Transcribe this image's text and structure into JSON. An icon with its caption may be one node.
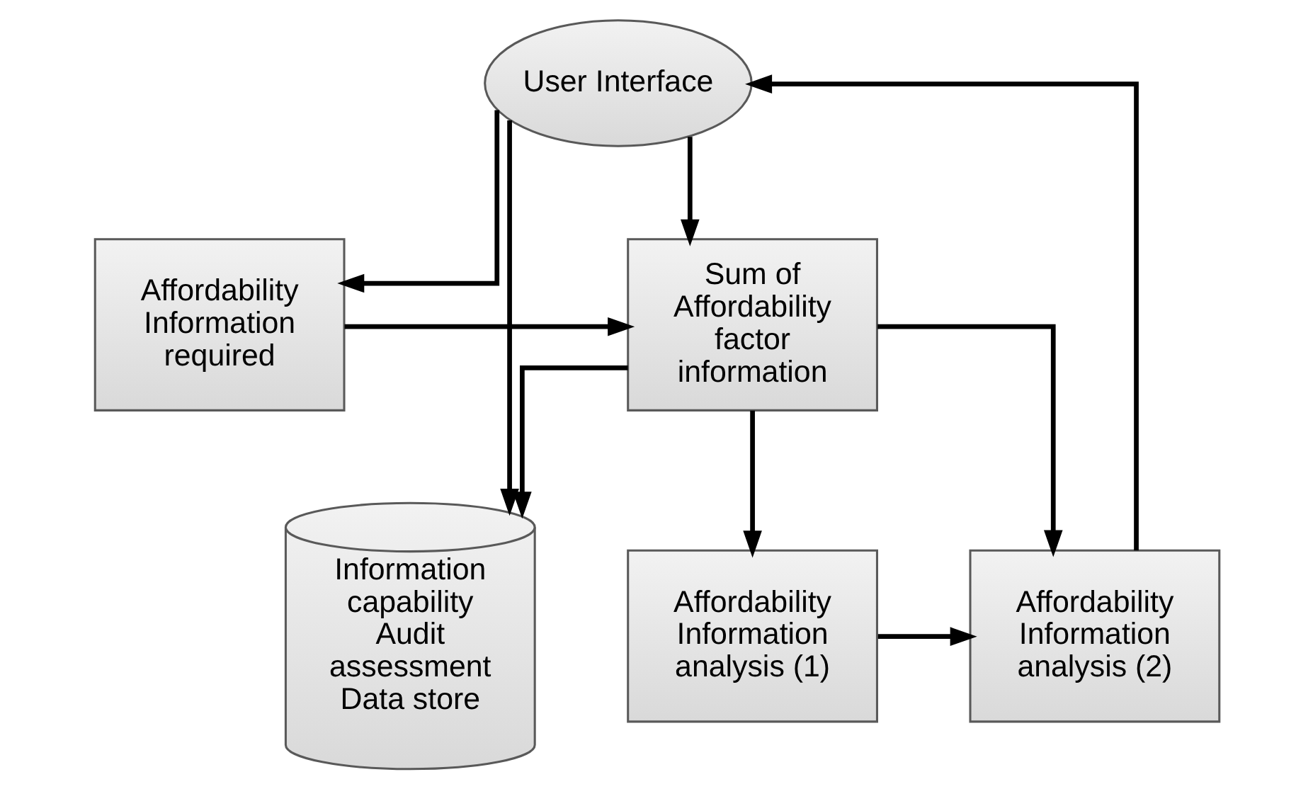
{
  "diagram": {
    "nodes": [
      {
        "text": [
          "User Interface"
        ]
      },
      {
        "text": [
          "Affordability Information required"
        ]
      },
      {
        "text": [
          "Sum of Affordability factor information"
        ]
      },
      {
        "text": [
          "Information capability Audit assessment Data store"
        ]
      },
      {
        "text": [
          "Affordability Information analysis (1)"
        ]
      },
      {
        "text": [
          "Affordability Information analysis (2)"
        ]
      }
    ],
    "edges": [
      {
        "from": 0,
        "to": 1,
        "arrow": "to"
      },
      {
        "from": 0,
        "to": 2,
        "arrow": "to"
      },
      {
        "from": 0,
        "to": 3,
        "arrow": "to"
      },
      {
        "from": 1,
        "to": 2,
        "arrow": "to"
      },
      {
        "from": 2,
        "to": 3,
        "arrow": "to"
      },
      {
        "from": 2,
        "to": 4,
        "arrow": "to"
      },
      {
        "from": 2,
        "to": 5,
        "arrow": "to"
      },
      {
        "from": 4,
        "to": 5,
        "arrow": "to"
      },
      {
        "from": 5,
        "to": 0,
        "arrow": "to"
      }
    ]
  }
}
